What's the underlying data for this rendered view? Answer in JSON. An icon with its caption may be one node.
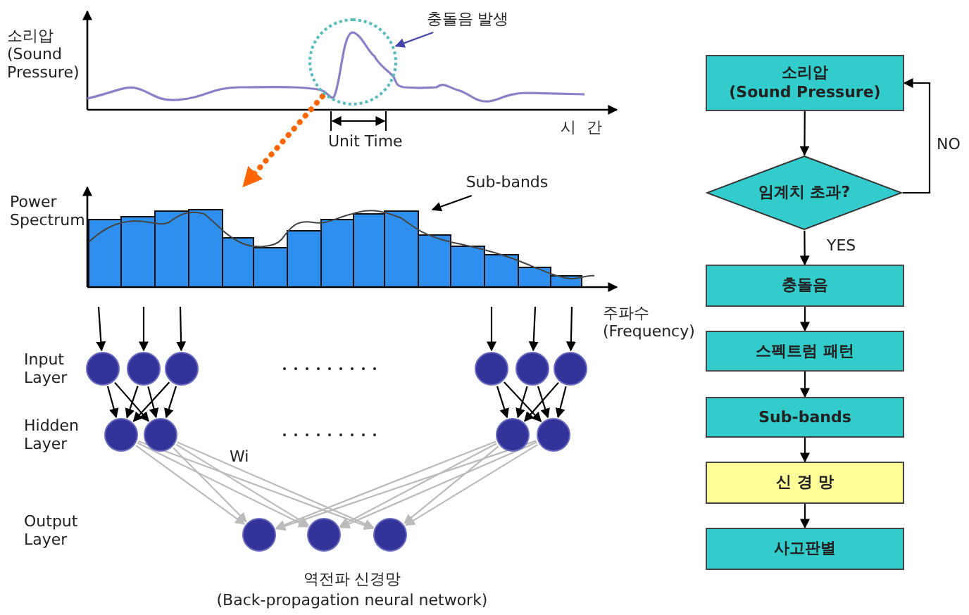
{
  "diagram": {
    "nodes": [
      {
        "text": [
          "충돌음 발생"
        ]
      },
      {
        "text": [],
        "shape": "circle"
      },
      {
        "text": [
          "Sub-bands"
        ]
      },
      {
        "text": [],
        "shape": "circle"
      },
      {
        "text": [],
        "shape": "circle"
      },
      {
        "text": [],
        "shape": "circle"
      },
      {
        "text": [],
        "shape": "circle"
      },
      {
        "text": [],
        "shape": "circle"
      },
      {
        "text": [],
        "shape": "circle"
      },
      {
        "text": [],
        "shape": "circle"
      },
      {
        "text": [],
        "shape": "circle"
      },
      {
        "text": [],
        "shape": "circle"
      },
      {
        "text": [],
        "shape": "circle"
      },
      {
        "text": [],
        "shape": "circle"
      },
      {
        "text": [],
        "shape": "circle"
      },
      {
        "text": [],
        "shape": "circle"
      },
      {
        "text": [
          "소리압 (Sound Pressure)"
        ]
      },
      {
        "text": [
          "임계치 초과?"
        ]
      },
      {
        "text": [
          "충돌음"
        ]
      },
      {
        "text": [
          "스펙트럼 패턴"
        ]
      },
      {
        "text": [
          "Sub-bands"
        ]
      },
      {
        "text": [
          "신 경 망"
        ]
      },
      {
        "text": [
          "사고판별"
        ]
      }
    ],
    "edges": [
      {
        "from": 0,
        "to": 1,
        "arrow": "to",
        "color": "#4444aa"
      },
      {
        "from": 1,
        "to": null,
        "arrow": "to",
        "style": "dashed",
        "color": "#ff6600"
      },
      {
        "from": 2,
        "to": null,
        "arrow": "to"
      },
      {
        "from": null,
        "to": 3,
        "arrow": "to"
      },
      {
        "from": null,
        "to": 4,
        "arrow": "to"
      },
      {
        "from": null,
        "to": 5,
        "arrow": "to"
      },
      {
        "from": null,
        "to": 6,
        "arrow": "to"
      },
      {
        "from": null,
        "to": 7,
        "arrow": "to"
      },
      {
        "from": null,
        "to": 8,
        "arrow": "to"
      },
      {
        "from": 3,
        "to": 9,
        "arrow": "to"
      },
      {
        "from": 3,
        "to": 10,
        "arrow": "to"
      },
      {
        "from": 4,
        "to": 9,
        "arrow": "to"
      },
      {
        "from": 4,
        "to": 10,
        "arrow": "to"
      },
      {
        "from": 5,
        "to": 9,
        "arrow": "to"
      },
      {
        "from": 5,
        "to": 10,
        "arrow": "to"
      },
      {
        "from": 6,
        "to": 11,
        "arrow": "to"
      },
      {
        "from": 6,
        "to": 12,
        "arrow": "to"
      },
      {
        "from": 7,
        "to": 11,
        "arrow": "to"
      },
      {
        "from": 7,
        "to": 12,
        "arrow": "to"
      },
      {
        "from": 8,
        "to": 11,
        "arrow": "to"
      },
      {
        "from": 8,
        "to": 12,
        "arrow": "to"
      },
      {
        "from": 9,
        "to": 13,
        "arrow": "to",
        "color": "#bbbbbb"
      },
      {
        "from": 9,
        "to": 14,
        "arrow": "to",
        "color": "#bbbbbb"
      },
      {
        "from": 9,
        "to": 15,
        "arrow": "to",
        "color": "#bbbbbb"
      },
      {
        "from": 10,
        "to": 13,
        "arrow": "to",
        "color": "#bbbbbb"
      },
      {
        "from": 10,
        "to": 14,
        "arrow": "to",
        "color": "#bbbbbb"
      },
      {
        "from": 10,
        "to": 15,
        "arrow": "to",
        "color": "#bbbbbb"
      },
      {
        "from": 11,
        "to": 13,
        "arrow": "to",
        "color": "#bbbbbb"
      },
      {
        "from": 11,
        "to": 14,
        "arrow": "to",
        "color": "#bbbbbb"
      },
      {
        "from": 11,
        "to": 15,
        "arrow": "to",
        "color": "#bbbbbb"
      },
      {
        "from": 12,
        "to": 13,
        "arrow": "to",
        "color": "#bbbbbb"
      },
      {
        "from": 12,
        "to": 14,
        "arrow": "to",
        "color": "#bbbbbb"
      },
      {
        "from": 12,
        "to": 15,
        "arrow": "to",
        "color": "#bbbbbb"
      },
      {
        "from": 16,
        "to": 17,
        "arrow": "to"
      },
      {
        "from": 17,
        "to": 18,
        "arrow": "to",
        "label": "YES"
      },
      {
        "from": 17,
        "to": 16,
        "arrow": "to",
        "label": "NO"
      },
      {
        "from": 18,
        "to": 19,
        "arrow": "to"
      },
      {
        "from": 19,
        "to": 20,
        "arrow": "to"
      },
      {
        "from": 20,
        "to": 21,
        "arrow": "to"
      },
      {
        "from": 21,
        "to": 22,
        "arrow": "to"
      }
    ],
    "labels": [
      "소리압 (Sound Pressure)",
      "시 간",
      "Unit Time",
      "Power Spectrum",
      "주파수 (Frequency)",
      "Input Layer",
      "Hidden Layer",
      "Output Layer",
      "Wi",
      "역전파 신경망",
      "(Back-propagation neural network)"
    ]
  }
}
